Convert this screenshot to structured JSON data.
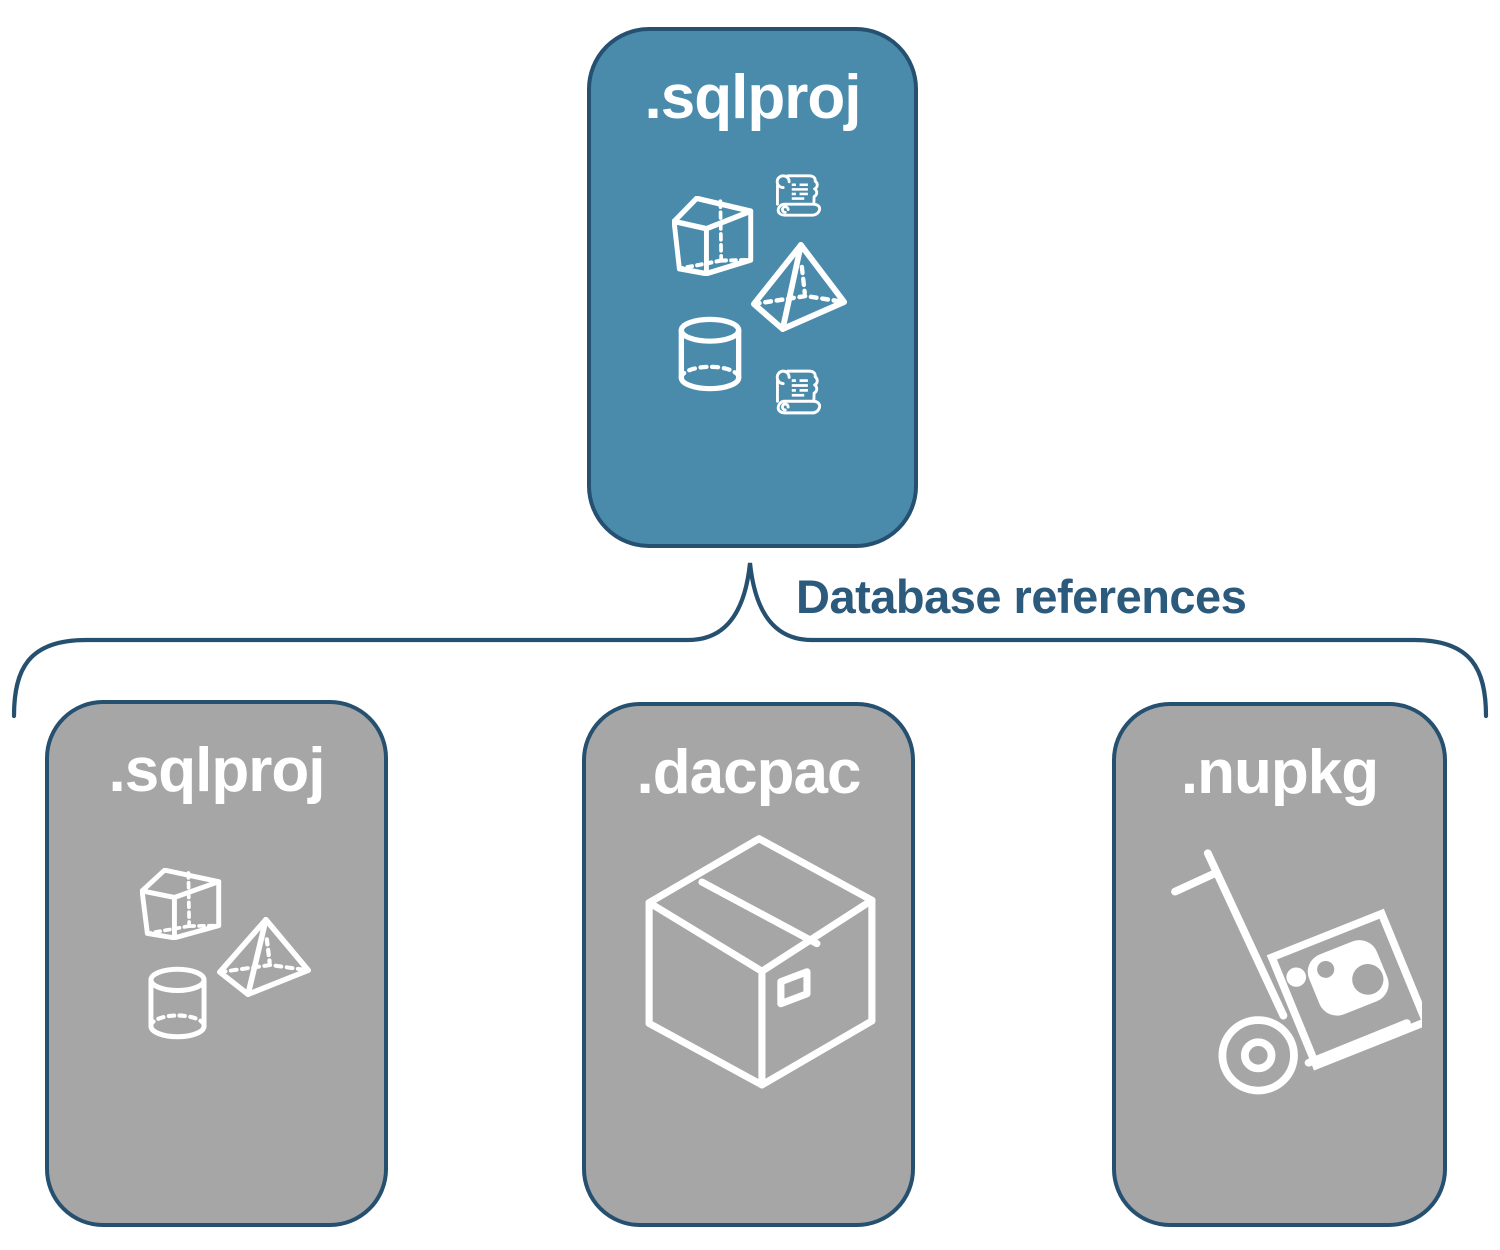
{
  "diagram": {
    "connector": {
      "label": "Database references"
    },
    "colors": {
      "accent_fill": "#4a8bac",
      "box_border": "#26506f",
      "gray_fill": "#a6a6a6",
      "connector_line": "#26506f",
      "connector_text": "#2c5a7c",
      "icon_and_title": "#ffffff"
    },
    "root_box": {
      "label": ".sqlproj",
      "icons": [
        "sql-script-scroll",
        "cube",
        "pyramid",
        "cylinder",
        "sql-script-scroll"
      ]
    },
    "child_boxes": [
      {
        "label": ".sqlproj",
        "icons": [
          "cube",
          "pyramid",
          "cylinder"
        ]
      },
      {
        "label": ".dacpac",
        "icons": [
          "package-box"
        ]
      },
      {
        "label": ".nupkg",
        "icons": [
          "hand-truck-with-nuget-package"
        ]
      }
    ]
  }
}
